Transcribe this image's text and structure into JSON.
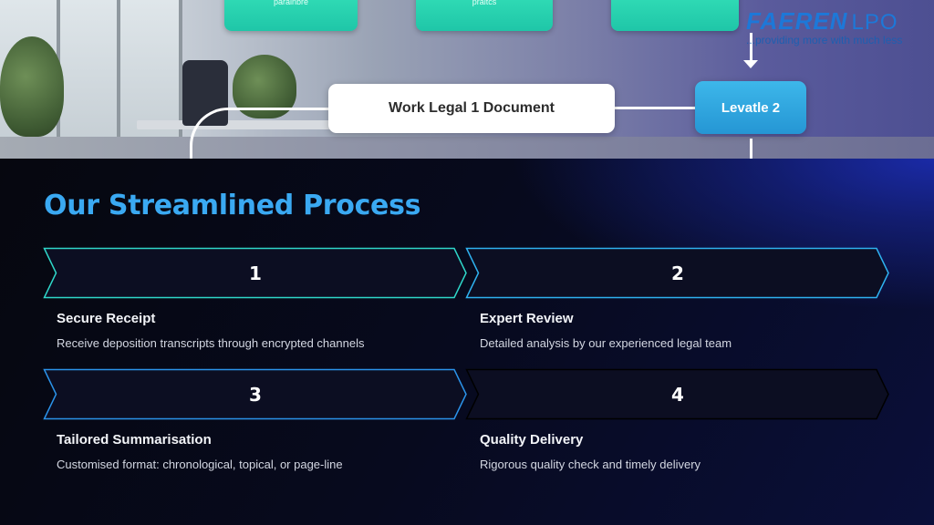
{
  "hero": {
    "card_left_text": "paralnbre",
    "card_mid_text": "praitcs",
    "flow_box_text": "Work Legal 1 Document",
    "flow_box_blue_text": "Levatle 2"
  },
  "logo": {
    "name": "FAEREN",
    "suffix": "LPO",
    "tagline": "...providing more with much less"
  },
  "section": {
    "title": "Our Streamlined Process"
  },
  "steps": [
    {
      "number": "1",
      "title": "Secure Receipt",
      "description": "Receive deposition transcripts through encrypted channels",
      "border_color": "#2fd7c9"
    },
    {
      "number": "2",
      "title": "Expert Review",
      "description": "Detailed analysis by our experienced legal team",
      "border_color": "#2fb2f0"
    },
    {
      "number": "3",
      "title": "Tailored Summarisation",
      "description": "Customised format: chronological, topical, or page-line",
      "border_color": "#2b93ea"
    },
    {
      "number": "4",
      "title": "Quality Delivery",
      "description": "Rigorous quality check and timely delivery",
      "border_color": "#000000"
    }
  ],
  "colors": {
    "title_blue": "#3aa9f2",
    "banner_fill": "#0c0e22",
    "logo_blue": "#1d78d8"
  }
}
